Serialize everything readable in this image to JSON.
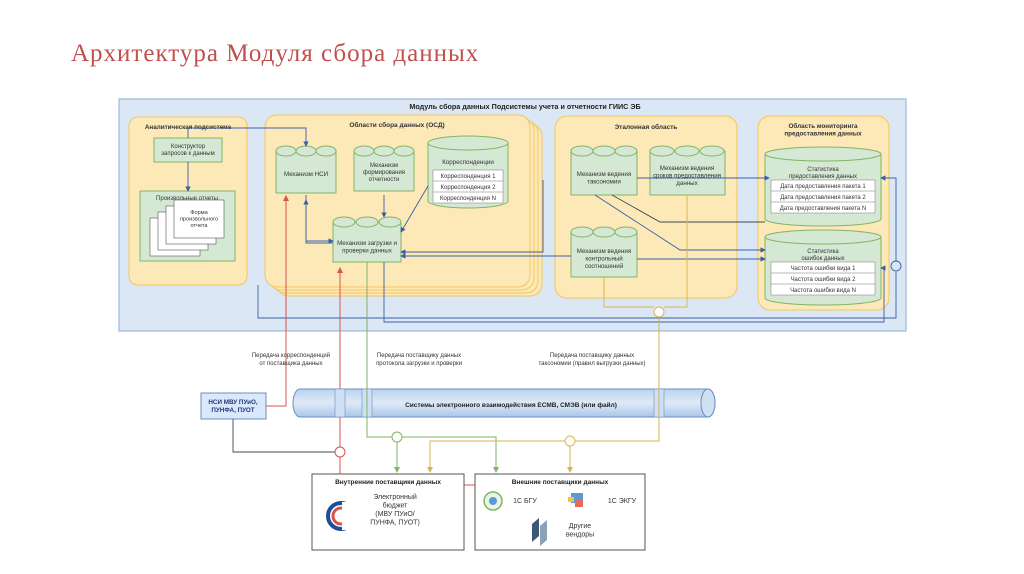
{
  "page": {
    "title": "Архитектура Модуля сбора данных"
  },
  "module": {
    "title": "Модуль сбора данных Подсистемы учета и отчетности ГИИС ЭБ"
  },
  "analytic": {
    "title": "Аналитическая подсистема",
    "constructor": [
      "Конструктор",
      "запросов к данным"
    ],
    "reports_title": "Произвольные отчеты",
    "report_form": [
      "Форма",
      "произвольного",
      "отчета"
    ]
  },
  "osd": {
    "title": "Области сбора данных (ОСД)",
    "nsi": "Механизм НСИ",
    "report_mech": [
      "Механизм",
      "формирования",
      "отчетности"
    ],
    "corr_title": "Корреспонденции",
    "corr_items": [
      "Корреспонденция 1",
      "Корреспонденция 2",
      "Корреспонденция N"
    ],
    "loader": [
      "Механизм загрузки и",
      "проверки данных"
    ]
  },
  "reference": {
    "title": "Эталонная область",
    "taxonomy": [
      "Механизм ведения",
      "таксономии"
    ],
    "deadlines": [
      "Механизм ведения",
      "сроков предоставления",
      "данных"
    ],
    "control": [
      "Механизм ведения",
      "контрольный",
      "соотношений"
    ]
  },
  "monitoring": {
    "title": [
      "Область мониторинга",
      "предоставления данных"
    ],
    "stats1_title": [
      "Статистика",
      "предоставления данных"
    ],
    "stats1_items": [
      "Дата предоставления пакета 1",
      "Дата предоставления пакета 2",
      "Дата предоставления пакета N"
    ],
    "stats2_title": [
      "Статистика",
      "ошибок данных"
    ],
    "stats2_items": [
      "Частота ошибки вида 1",
      "Частота ошибки вида 2",
      "Частота ошибки вида N"
    ]
  },
  "labels": {
    "transfer_corr": [
      "Передача корреспонденций",
      "от поставщика данных"
    ],
    "transfer_protocol": [
      "Передача поставщику данных",
      "протокола загрузки и проверки"
    ],
    "transfer_taxonomy": [
      "Передача поставщику данных",
      "таксономии (правил выгрузки данных)"
    ]
  },
  "nsi_source": [
    "НСИ МВУ ПУиО,",
    "ПУНФА, ПУОТ"
  ],
  "bus": {
    "label": "Системы электронного взаимодействия ЕСМВ, СМЭВ (или файл)"
  },
  "internal": {
    "title": "Внутренние поставщики данных",
    "item": [
      "Электронный",
      "бюджет",
      "(МВУ ПУиО/",
      "ПУНФА, ПУОТ)"
    ]
  },
  "external": {
    "title": "Внешние поставщики данных",
    "bgu": "1С БГУ",
    "ekgu": "1С ЭКГУ",
    "other": [
      "Другие",
      "вендоры"
    ]
  },
  "colors": {
    "title": "#c0504d",
    "module_bg": "#dce7f5",
    "module_border": "#9fb8d9",
    "area_bg": "#fde9b7",
    "area_border": "#f2c65d",
    "green_fill": "#d5e8d4",
    "green_border": "#82b366",
    "arrow_blue": "#3a5fa8",
    "arrow_red": "#d9534f",
    "arrow_green": "#82b366",
    "arrow_yellow": "#d6b656",
    "dark": "#404a55"
  }
}
